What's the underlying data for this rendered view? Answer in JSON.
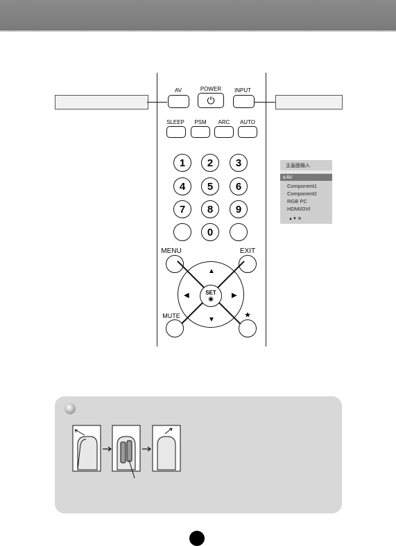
{
  "remote": {
    "top_labels": {
      "av": "AV",
      "power": "POWER",
      "input": "INPUT"
    },
    "row2_labels": {
      "sleep": "SLEEP",
      "psm": "PSM",
      "arc": "ARC",
      "auto": "AUTO"
    },
    "numbers": [
      "1",
      "2",
      "3",
      "4",
      "5",
      "6",
      "7",
      "8",
      "9",
      "0"
    ],
    "menu_label": "MENU",
    "exit_label": "EXIT",
    "set_label": "SET",
    "mute_label": "MUTE",
    "star_label": "★",
    "power_glyph": "⏻"
  },
  "input_menu": {
    "title": "主画面输入",
    "selected": "∨AV",
    "items": [
      "Component1",
      "Component2",
      "RGB PC",
      "HDMI/DVI"
    ],
    "footer": "▲▼ ⊕"
  }
}
